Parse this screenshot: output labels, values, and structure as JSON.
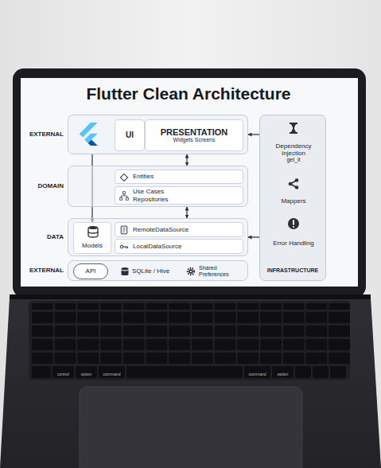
{
  "diagram": {
    "title": "Flutter Clean Architecture",
    "nodes": [
      {
        "text": [
          "EXTERNAL"
        ]
      },
      {
        "text": [
          "UI"
        ],
        "in": 0
      },
      {
        "text": [
          "PRESENTATION",
          "Widgets Screens"
        ],
        "in": 0
      },
      {
        "text": [
          "DOMAIN"
        ]
      },
      {
        "text": [
          "Entities"
        ],
        "in": 3
      },
      {
        "text": [
          "Use Cases Repositories"
        ],
        "in": 3
      },
      {
        "text": [
          "DATA"
        ]
      },
      {
        "text": [
          "Models"
        ],
        "in": 6
      },
      {
        "text": [
          "RemoteDataSource"
        ],
        "in": 6
      },
      {
        "text": [
          "LocalDataSource"
        ],
        "in": 6
      },
      {
        "text": [
          "EXTERNAL"
        ]
      },
      {
        "text": [
          "API"
        ],
        "in": 10
      },
      {
        "text": [
          "SQLite / Hive"
        ],
        "in": 10
      },
      {
        "text": [
          "Shared Preferences"
        ],
        "in": 10
      },
      {
        "text": [
          "INFRASTRUCTURE"
        ]
      },
      {
        "text": [
          "Dependency Injection",
          "get_it"
        ],
        "in": 14
      },
      {
        "text": [
          "Mappers"
        ],
        "in": 14
      },
      {
        "text": [
          "Error Handling"
        ],
        "in": 14
      }
    ],
    "edges": [
      {
        "from": 0,
        "to": 3,
        "arrow": "both"
      },
      {
        "from": 3,
        "to": 6,
        "arrow": "both"
      },
      {
        "from": 0,
        "to": 7,
        "arrow": "to"
      },
      {
        "from": 14,
        "to": 0,
        "arrow": "to"
      },
      {
        "from": 14,
        "to": 6,
        "arrow": "to"
      }
    ],
    "labels": [
      "control",
      "option",
      "command",
      "command",
      "option"
    ]
  }
}
